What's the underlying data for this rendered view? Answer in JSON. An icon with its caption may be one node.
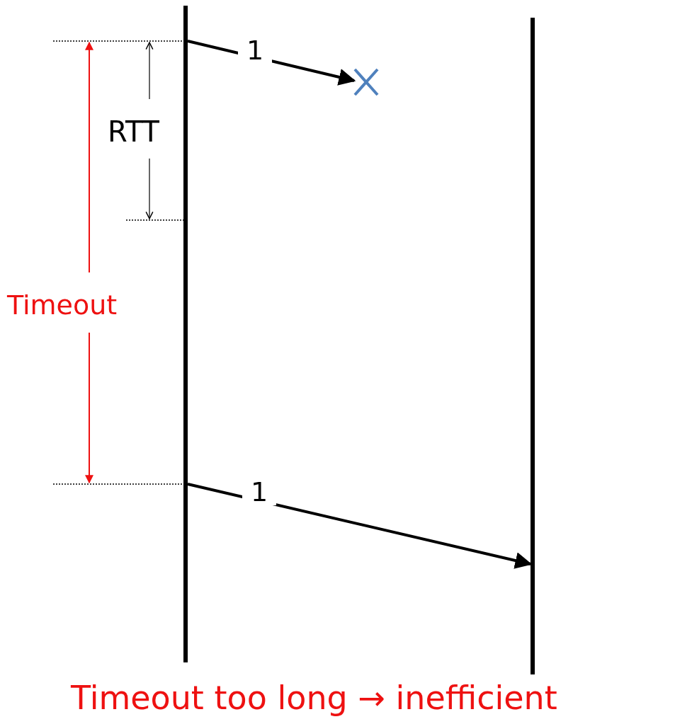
{
  "diagram": {
    "caption": "Timeout too long → inefficient",
    "nodes": [
      {
        "text": [],
        "shape": "bar"
      },
      {
        "text": [],
        "shape": "bar"
      },
      {
        "text": [],
        "shape": "cross"
      }
    ],
    "edges": [
      {
        "from": 0,
        "to": 2,
        "arrow": "to",
        "label": "1"
      },
      {
        "from": 0,
        "to": 1,
        "arrow": "to",
        "label": "1"
      }
    ],
    "labels": [
      "RTT",
      "Timeout"
    ]
  }
}
